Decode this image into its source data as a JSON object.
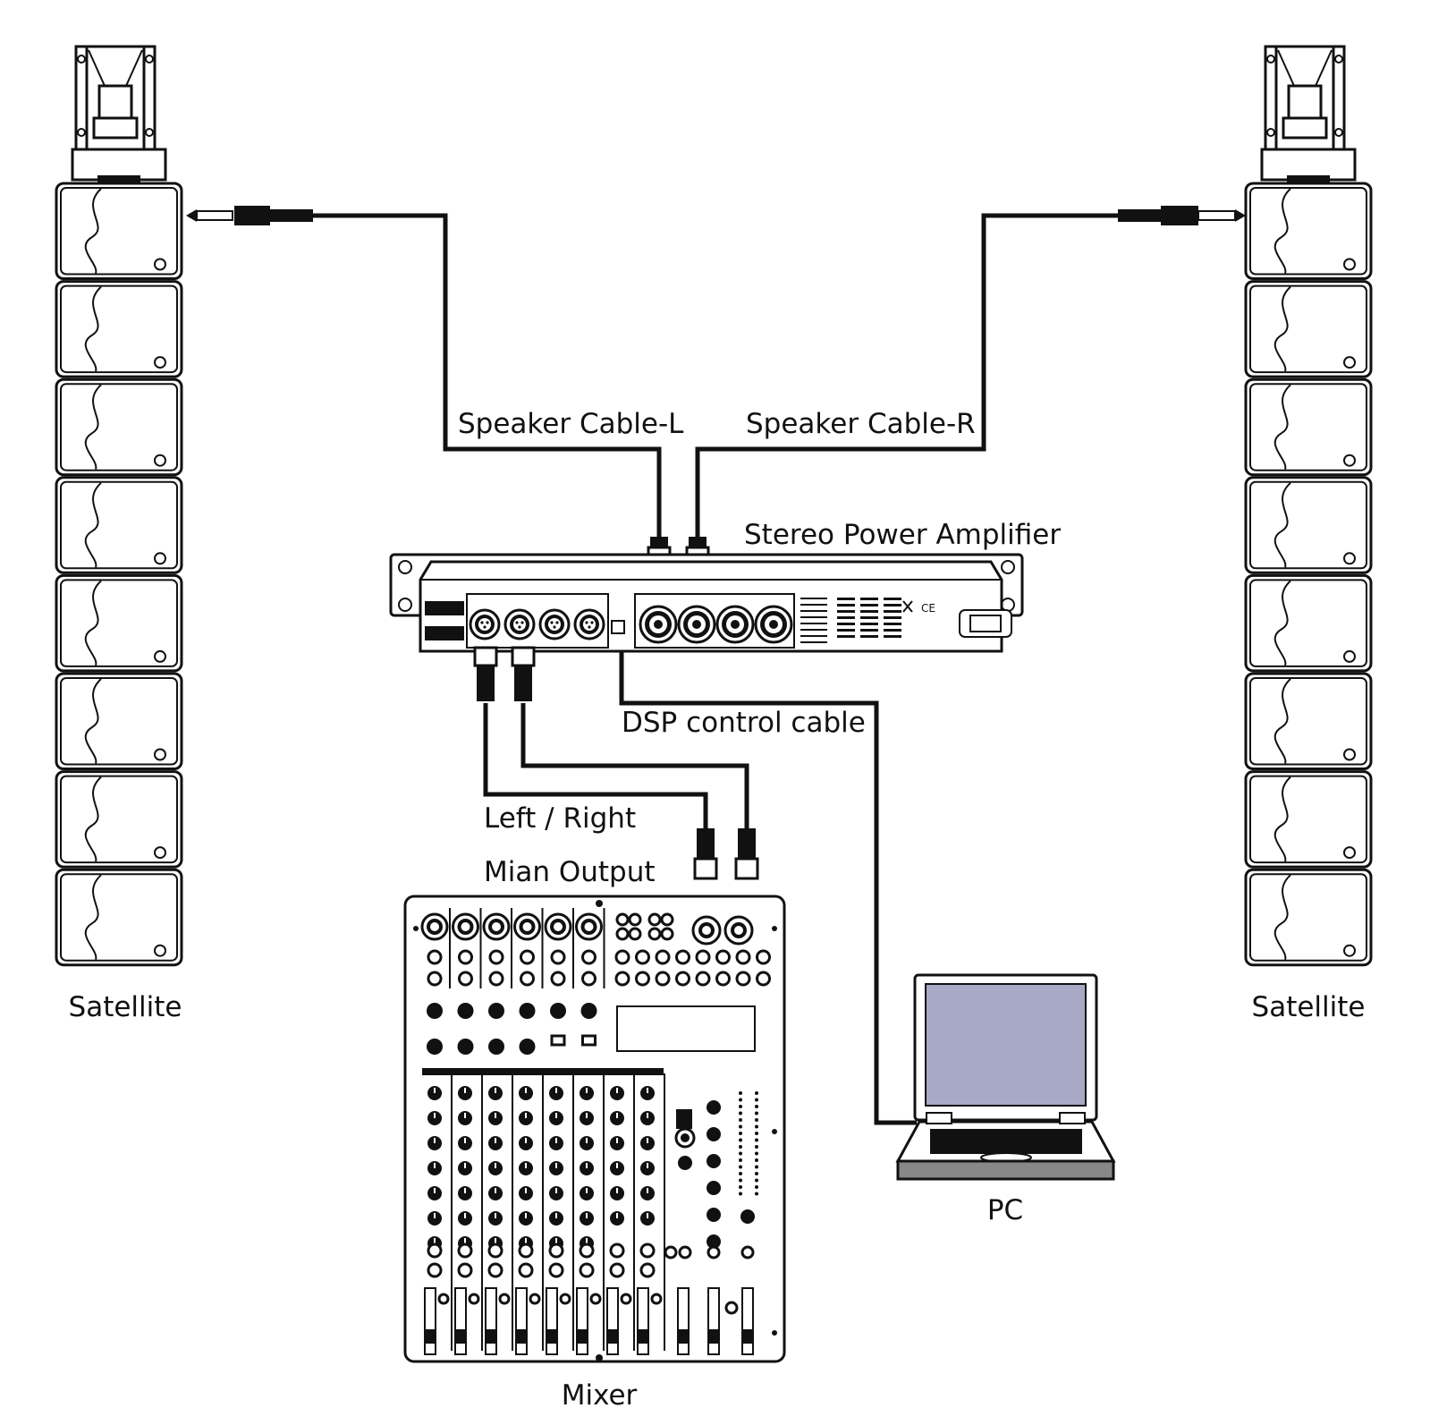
{
  "labels": {
    "satellite_left": "Satellite",
    "satellite_right": "Satellite",
    "speaker_cable_left": "Speaker Cable-L",
    "speaker_cable_right": "Speaker Cable-R",
    "amplifier": "Stereo Power Amplifier",
    "dsp_cable": "DSP control cable",
    "main_output_line1": "Left / Right",
    "main_output_line2": "Mian Output",
    "pc": "PC",
    "mixer": "Mixer"
  },
  "components": {
    "satellite_cabinets_per_array": 8,
    "amp_xlr_inputs": 4,
    "amp_speakon_outputs": 4
  },
  "colors": {
    "line": "#111111",
    "screen": "#a8a9c4",
    "background": "#ffffff"
  },
  "icons": [
    "speaker-array-icon",
    "power-amplifier-icon",
    "mixer-icon",
    "laptop-icon",
    "xlr-connector-icon",
    "jack-plug-icon"
  ]
}
